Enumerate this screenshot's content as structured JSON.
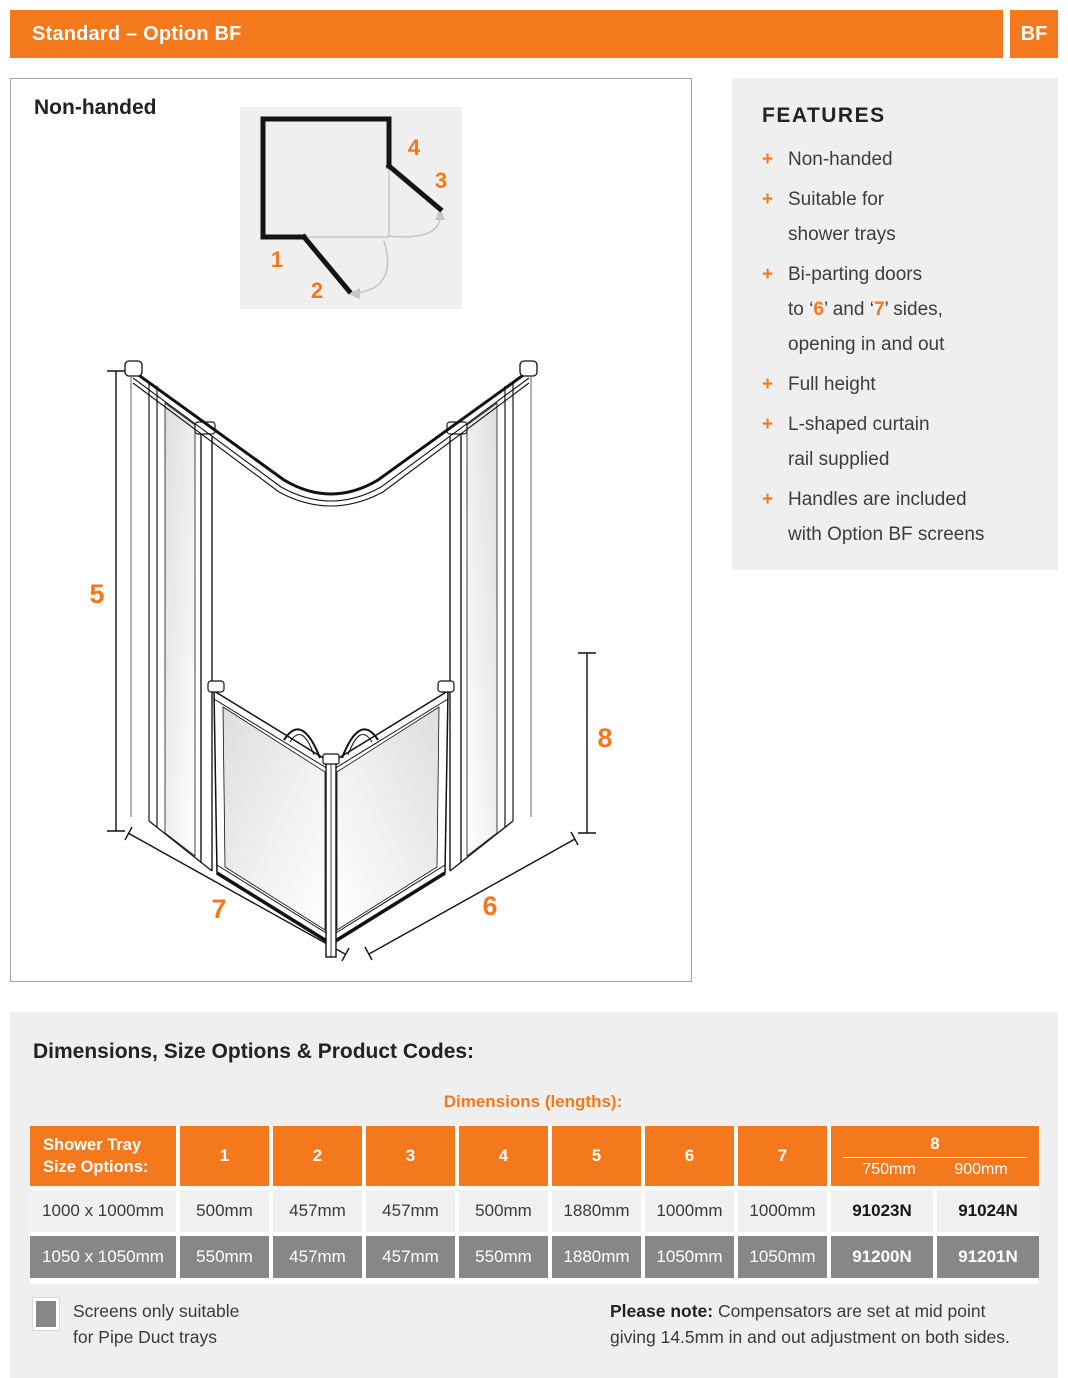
{
  "colors": {
    "accent": "#f4791c",
    "panel_gray": "#efefef",
    "row_light": "#f0f0f0",
    "row_dark": "#878787",
    "header_text": "#ffffff"
  },
  "header": {
    "title": "Standard – Option BF",
    "badge": "BF"
  },
  "diagram": {
    "title": "Non-handed",
    "plan_labels": [
      "1",
      "2",
      "3",
      "4"
    ],
    "iso_labels": [
      "5",
      "6",
      "7",
      "8"
    ]
  },
  "features": {
    "title": "FEATURES",
    "bullet": "+",
    "items": [
      {
        "text": "Non-handed"
      },
      {
        "text": "Suitable for\nshower trays"
      },
      {
        "line1": "Bi-parting doors",
        "seg": [
          "to ‘",
          "6",
          "’ and ‘",
          "7",
          "’ sides,"
        ],
        "line3": "opening in and out"
      },
      {
        "text": "Full height"
      },
      {
        "text": "L-shaped curtain\nrail supplied"
      },
      {
        "text": "Handles are included\nwith Option BF screens"
      }
    ]
  },
  "dims": {
    "section_title": "Dimensions, Size Options & Product Codes:",
    "subtitle": "Dimensions (lengths):",
    "table": {
      "col0": "Shower Tray\nSize Options:",
      "cols": [
        "1",
        "2",
        "3",
        "4",
        "5",
        "6",
        "7"
      ],
      "col8": {
        "label": "8",
        "sub": [
          "750mm",
          "900mm"
        ]
      },
      "rows": [
        {
          "size": "1000 x 1000mm",
          "values": [
            "500mm",
            "457mm",
            "457mm",
            "500mm",
            "1880mm",
            "1000mm",
            "1000mm"
          ],
          "codes": [
            "91023N",
            "91024N"
          ]
        },
        {
          "size": "1050 x 1050mm",
          "values": [
            "550mm",
            "457mm",
            "457mm",
            "550mm",
            "1880mm",
            "1050mm",
            "1050mm"
          ],
          "codes": [
            "91200N",
            "91201N"
          ]
        }
      ]
    },
    "legend": {
      "text": "Screens only suitable\nfor Pipe Duct trays"
    },
    "note": {
      "bold": "Please note:",
      "text": " Compensators are set at mid point\ngiving 14.5mm in and out adjustment on both sides."
    }
  }
}
